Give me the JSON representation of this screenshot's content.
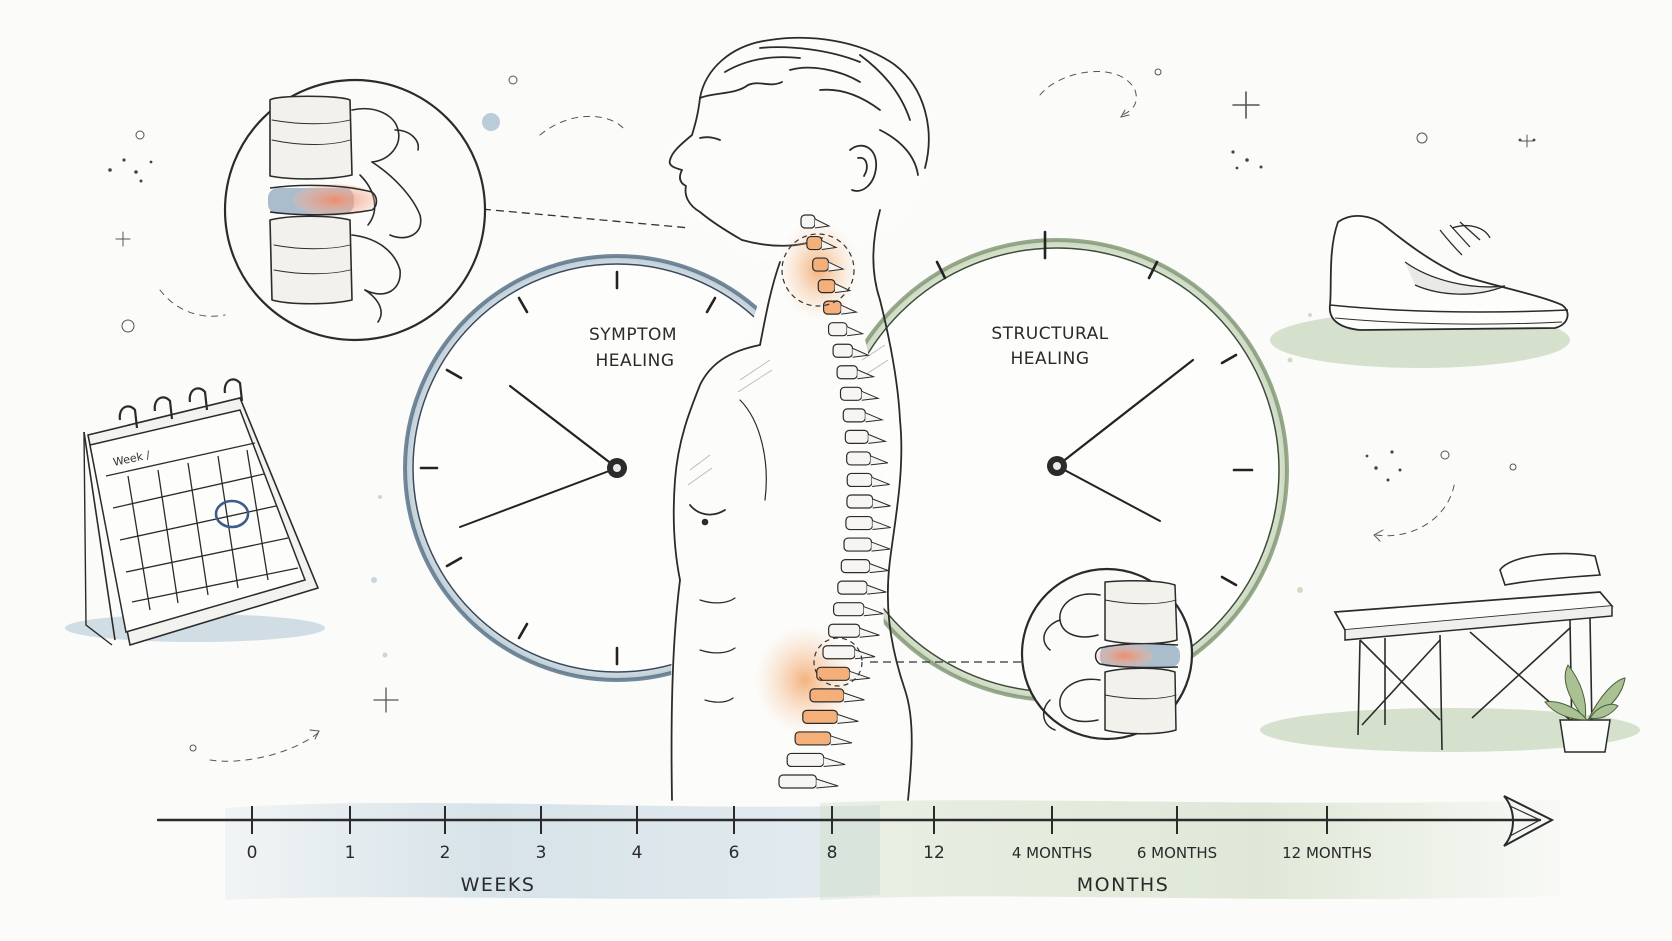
{
  "clocks": {
    "symptom": {
      "line1": "SYMPTOM",
      "line2": "HEALING"
    },
    "structural": {
      "line1": "STRUCTURAL",
      "line2": "HEALING"
    }
  },
  "calendar": {
    "header_scribble": "Week /"
  },
  "timeline": {
    "weeks_label": "WEEKS",
    "months_label": "MONTHS",
    "week_ticks": [
      "0",
      "1",
      "2",
      "3",
      "4",
      "6",
      "8",
      "12"
    ],
    "month_ticks": [
      "4 MONTHS",
      "6 MONTHS",
      "12 MONTHS"
    ]
  },
  "colors": {
    "weeks_wash": "#b9cfdc",
    "months_wash": "#c8d9bd",
    "inflamed_disc": "#e5866a",
    "spine_highlight": "#f0a05a",
    "ink": "#2b2b2b"
  }
}
